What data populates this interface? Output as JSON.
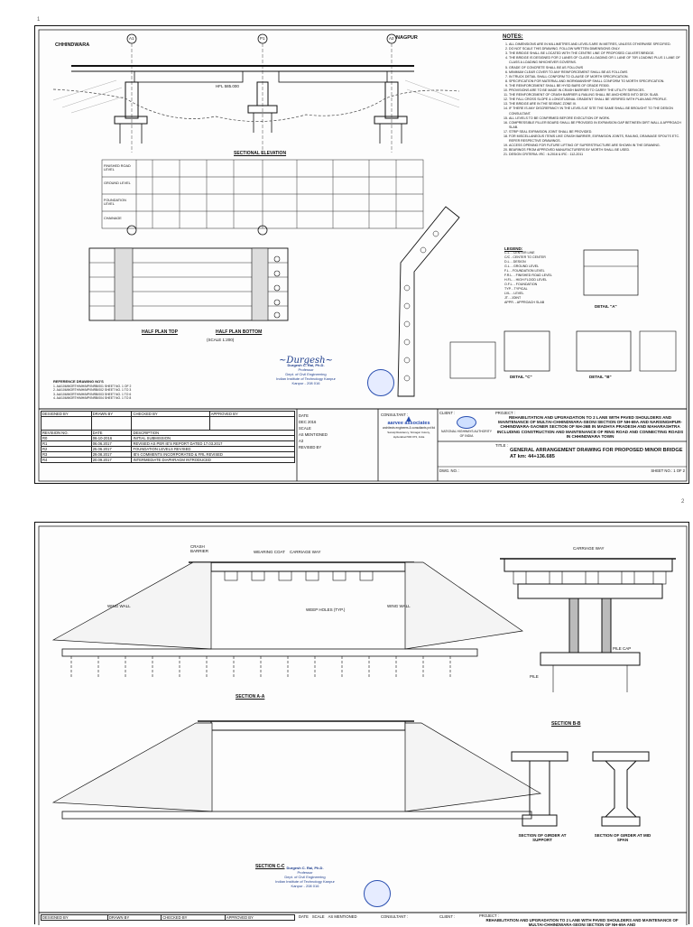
{
  "page_numbers": {
    "first": "1",
    "second": "2"
  },
  "sheet1": {
    "top_left_label": "CHHINDWARA",
    "top_right_label": "NAGPUR",
    "axis_labels": [
      "A1",
      "P1",
      "A2"
    ],
    "sectional_elevation_title": "SECTIONAL ELEVATION",
    "half_plan_top": "HALF PLAN TOP",
    "half_plan_bottom": "HALF PLAN BOTTOM",
    "scale": "(SCALE 1:200)",
    "hfl": "HFL 585.000",
    "table_rows": [
      "FINISHED ROAD LEVEL",
      "GROUND LEVEL",
      "FOUNDATION LEVEL",
      "CHAINAGE"
    ],
    "notes_title": "NOTES:",
    "notes": [
      "ALL DIMENSIONS ARE IN MILLIMETRES AND LEVELS ARE IN METRES, UNLESS OTHERWISE SPECIFIED.",
      "DO NOT SCALE THIS DRAWING. FOLLOW WRITTEN DIMENSIONS ONLY.",
      "THE BRIDGE SHALL BE LOCATED WITH THE CENTRE LINE OF PROPOSED CULVERT/BRIDGE.",
      "THE BRIDGE IS DESIGNED FOR 2 LANES OF CLASS A LOADING OR 1 LANE OF 70R LOADING PLUS 1 LANE OF CLASS A LOADING WHICHEVER GOVERNS.",
      "GRADE OF CONCRETE SHALL BE AS FOLLOWS",
      "MINIMUM CLEAR COVER TO ANY REINFORCEMENT SHALL BE AS FOLLOWS",
      "IN TRUCK DETAIL SHALL CONFORM TO CLAUSE OF MORTH SPECIFICATION.",
      "SPECIFICATION FOR MATERIAL AND WORKMANSHIP SHALL CONFORM TO MORTH SPECIFICATION.",
      "THE REINFORCEMENT SHALL BE HYSD BARS OF GRADE FE500.",
      "PROVISIONS ARE TO BE MADE IN CRASH BARRIER TO CARRY THE UTILITY SERVICES.",
      "THE REINFORCEMENT OF CRASH BARRIER & RAILING SHALL BE ANCHORED INTO DECK SLAB.",
      "THE FALL CROSS SLOPE & LONGITUDINAL GRADIENT SHALL BE VERIFIED WITH PLAN AND PROFILE.",
      "THE BRIDGE ARE IN THE SEISMIC ZONE III.",
      "IF THERE IS ANY DISCREPANCY IN THE LEVELS AT SITE THE SAME SHALL BE BROUGHT TO THE DESIGN CONSULTANT.",
      "ALL LEVELS TO BE CONFIRMED BEFORE EXECUTION OF WORK.",
      "COMPRESSIBLE FILLER BOARD SHALL BE PROVIDED IN EXPANSION GAP BETWEEN DIRT WALL & APPROACH SLAB.",
      "STRIP SEAL EXPANSION JOINT SHALL BE PROVIDED.",
      "FOR MISCELLANEOUS ITEMS LIKE CRASH BARRIER, EXPANSION JOINTS, RAILING, DRAINAGE SPOUTS ETC. REFER RESPECTIVE DRAWINGS.",
      "ACCESS OPENING FOR FUTURE LIFTING OF SUPERSTRUCTURE ARE SHOWN IN THE DRAWING.",
      "BEARINGS FROM APPROVED MANUFACTURERS BY MORTH SHALL BE USED.",
      "DESIGN CRITERIA: IRC : 6-2016 & IRC : 112-2011"
    ],
    "legend_title": "LEGEND:",
    "legend": [
      "C.L. - CENTER LINE",
      "C/C - CENTER TO CENTER",
      "D.L. - DESIGN",
      "G.L. - GROUND LEVEL",
      "F.L. - FOUNDATION LEVEL",
      "F.R.L. - FINISHED ROAD LEVEL",
      "H.F.L. - HIGH FLOOD LEVEL",
      "O.F.L. - FOUNDATION",
      "TYP. - TYPICAL",
      "LVL. - LEVEL",
      "JT. - JOINT",
      "APPR. - APPROACH SLAB"
    ],
    "detail_labels": [
      "DETAIL \"A\"",
      "DETAIL \"B\"",
      "DETAIL \"C\""
    ],
    "ref_title": "REFERENCE DRAWING NO'S",
    "ref_rows": [
      "1. AA/106/MORTH/MH/MP/INRB/001  SHEET NO. 1 OF 2",
      "2. AA/106/MORTH/MH/MP/INRB/002  SHEET NO. 1 TO 3",
      "3. AA/106/MORTH/MH/MP/INRB/003  SHEET NO. 1 TO 6",
      "4. AA/106/MORTH/MH/MP/INRB/004  SHEET NO. 1 TO 8"
    ],
    "title_block": {
      "designed_by": "DESIGNED BY",
      "drawn_by": "DRAWN BY",
      "checked_by": "CHECKED BY",
      "approved_by": "APPROVED BY",
      "date": "DATE",
      "scale": "SCALE",
      "revision_no": "REVISION NO.",
      "revised_by": "REVISED BY",
      "description": "DESCRIPTION",
      "revisions": [
        {
          "no": "R0",
          "date": "06-10-2016",
          "desc": "INITIAL SUBMISSION"
        },
        {
          "no": "R1",
          "date": "06.06.2017",
          "desc": "REVISED AS PER IE'S REPORT DATED 17.03.2017"
        },
        {
          "no": "R2",
          "date": "25.06.2017",
          "desc": "FOUNDATION LEVELS REVISED"
        },
        {
          "no": "R3",
          "date": "29.08.2017",
          "desc": "IE's COMMENTS INCORPORATED & FRL REVISED"
        },
        {
          "no": "R4",
          "date": "20.09.2017",
          "desc": "INTERMEDIATE DIAPHRAGM INTRODUCED"
        }
      ],
      "date_value": "DEC 2016",
      "scale_value": "AS MENTIONED",
      "sheet_size": "A3",
      "consultant": "CONSULTANT :",
      "consultant_name": "aarvee associates",
      "consultant_sub": "architects engineers & consultants pvt ltd",
      "consultant_address": "Sarvaji Residency, Srinagar Colony, Hyderabad 500 073, India",
      "client": "CLIENT :",
      "client_name": "NATIONAL HIGHWAYS AUTHORITY OF INDIA",
      "project": "PROJECT :",
      "project_text": "REHABILITATION AND UPGRADATION TO 2 LANE WITH PAVED SHOULDERS AND MAINTENANCE OF MULTAI-CHHINDWARA-SEONI SECTION OF NH-69A AND NARSINGHPUR-CHHINDWARA-SAONER SECTION OF NH-26B IN MADHYA PRADESH AND MAHARASHTRA INCLUDING CONSTRUCTION AND MAINTENANCE OF RING ROAD AND CONNECTING ROADS IN CHHINDWARA TOWN",
      "title": "TITLE :",
      "title_text": "GENERAL ARRANGEMENT DRAWING FOR PROPOSED MINOR BRIDGE AT km: 44+136.685",
      "dwg_no": "DWG. NO. :",
      "sheet_no": "SHEET NO.: 1 OF 2"
    },
    "stamp": {
      "name": "Durgesh C. Rai, Ph.D.",
      "role": "Professor",
      "dept": "Dept. of Civil Engineering",
      "inst": "Indian Institute of Technology Kanpur",
      "city": "Kanpur - 208 016"
    }
  },
  "sheet2": {
    "section_aa": "SECTION A-A",
    "section_bb": "SECTION B-B",
    "section_cc": "SECTION C-C",
    "girder_support": "SECTION OF GIRDER AT SUPPORT",
    "girder_midspan": "SECTION OF GIRDER AT MID SPAN",
    "carriage_way": "CARRIAGE WAY",
    "wearing_coat": "WEARING COAT",
    "crash_barrier": "CRASH BARRIER",
    "wing_wall": "WING WALL",
    "pile_cap": "PILE CAP",
    "pile": "PILE",
    "weep_holes": "WEEP HOLES (TYP.)",
    "stamp": {
      "name": "Durgesh C. Rai, Ph.D.",
      "role": "Professor",
      "dept": "Dept. of Civil Engineering",
      "inst": "Indian Institute of Technology Kanpur",
      "city": "Kanpur - 208 016"
    },
    "title_block": {
      "designed_by": "DESIGNED BY",
      "drawn_by": "DRAWN BY",
      "checked_by": "CHECKED BY",
      "approved_by": "APPROVED BY",
      "date": "DATE",
      "scale": "SCALE",
      "scale_value": "AS MENTIONED",
      "consultant": "CONSULTANT :",
      "client": "CLIENT :",
      "project": "PROJECT :",
      "project_text": "REHABILITATION AND UPGRADATION TO 2 LANE WITH PAVED SHOULDERS AND MAINTENANCE OF MULTAI-CHHINDWARA-SEONI SECTION OF NH-69A AND"
    }
  }
}
